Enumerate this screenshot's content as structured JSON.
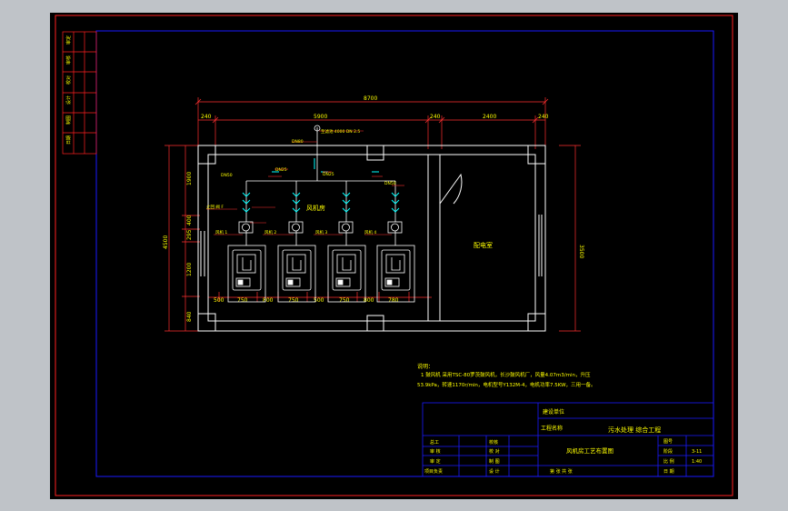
{
  "colors": {
    "background": "#000000",
    "viewport_bg": "#bfc3c8",
    "frame": "#ff2020",
    "inner_border": "#1a1aff",
    "walls": "#ffffff",
    "dimension": "#ff3030",
    "text": "#ffff00",
    "pipe_accent": "#00ffff"
  },
  "dimensions": {
    "overall": "8700",
    "top_row": [
      "240",
      "5900",
      "240",
      "2400",
      "240"
    ],
    "wall_left": "240",
    "bottom_row": [
      "500",
      "750",
      "800",
      "750",
      "500",
      "750",
      "800",
      "780"
    ],
    "left_column": [
      "1900",
      "400",
      "295",
      "1200",
      "840"
    ],
    "left_total": "4500",
    "right": "3500"
  },
  "labels": {
    "fan_room": "风机房",
    "distribution_room": "配电室",
    "pipe_top": "至滤池 4000 DN 2.5",
    "pipe_small": "DN80",
    "branch": [
      "DN50",
      "DN25",
      "DN25",
      "DN50"
    ],
    "equipment": [
      "风机 1",
      "风机 2",
      "风机 3",
      "风机 4"
    ],
    "valve_note": "止回 阀 F",
    "note_title": "说明：",
    "note_line1": "1 鼓风机 采用TSC-80罗茨鼓风机，长沙鼓风机厂，风量4.07m3/min，升压",
    "note_line2": "53.9kPa，转速1170r/min，电机型号Y132M-4，电机功率7.5KW，三用一备。"
  },
  "margin_table": [
    "审定",
    "审核",
    "校对",
    "设计",
    "制图",
    "日期"
  ],
  "title_block": {
    "unit_label": "建设单位",
    "project_label": "工程名称",
    "project_name": "污水处理 综合工程",
    "drawing_title": "风机房工艺布置图",
    "row_labels_left": [
      "总工",
      "审 核",
      "审 定",
      "项目负责"
    ],
    "row_labels_mid": [
      "校核",
      "校 对",
      "制 图",
      "设 计"
    ],
    "right_labels": [
      "图号",
      "阶段",
      "比 例",
      "日 期"
    ],
    "right_values": [
      "",
      "3-11",
      "1:40",
      ""
    ],
    "sheet_text": "第 张 共 张"
  }
}
